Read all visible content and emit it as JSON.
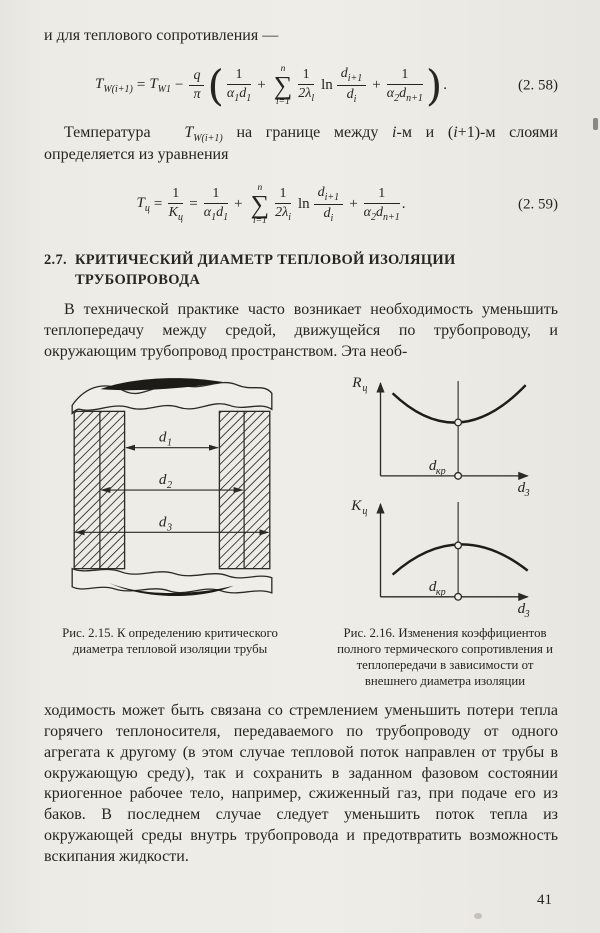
{
  "page": {
    "number": "41"
  },
  "intro": "и для теплового сопротивления —",
  "eq258": {
    "lhs": "T",
    "lhs_sub": "W(i+1)",
    "eq": "=",
    "t2": "T",
    "t2_sub": "W1",
    "minus": "−",
    "fq_num": "q",
    "fq_den": "π",
    "lparen": "(",
    "f1_num": "1",
    "f1_den_a": "α",
    "f1_den_a_sub": "1",
    "f1_den_b": "d",
    "f1_den_b_sub": "1",
    "plus1": "+",
    "sum_top": "n",
    "sum_sigma": "∑",
    "sum_bot": "i=1",
    "f2_num": "1",
    "f2_den": "2λ",
    "f2_den_sub": "l",
    "ln": "ln",
    "f3_num": "d",
    "f3_num_sub": "i+1",
    "f3_den": "d",
    "f3_den_sub": "i",
    "plus2": "+",
    "f4_num": "1",
    "f4_den_a": "α",
    "f4_den_a_sub": "2",
    "f4_den_b": "d",
    "f4_den_b_sub": "n+1",
    "rparen": ")",
    "dot": ".",
    "label": "(2. 58)"
  },
  "para1": {
    "p1": "Температура ",
    "t": "T",
    "t_sub": "W(i+1)",
    "p2": " на границе между ",
    "i1": "i",
    "p3": "-м и (",
    "i2": "i",
    "p4": "+1)-м слоями определяется из уравнения"
  },
  "eq259": {
    "lhs": "T",
    "lhs_sub": "ц",
    "eq1": "=",
    "fk_num": "1",
    "fk_den": "K",
    "fk_den_sub": "ц",
    "eq2": "=",
    "f1_num": "1",
    "f1_den_a": "α",
    "f1_den_a_sub": "1",
    "f1_den_b": "d",
    "f1_den_b_sub": "1",
    "plus1": "+",
    "sum_top": "n",
    "sum_sigma": "∑",
    "sum_bot": "l=1",
    "f2_num": "1",
    "f2_den": "2λ",
    "f2_den_sub": "i",
    "ln": "ln",
    "f3_num": "d",
    "f3_num_sub": "i+1",
    "f3_den": "d",
    "f3_den_sub": "i",
    "plus2": "+",
    "f4_num": "1",
    "f4_den_a": "α",
    "f4_den_a_sub": "2",
    "f4_den_b": "d",
    "f4_den_b_sub": "n+1",
    "dot": ".",
    "label": "(2. 59)"
  },
  "section": {
    "number": "2.7.",
    "title": "КРИТИЧЕСКИЙ ДИАМЕТР ТЕПЛОВОЙ ИЗОЛЯЦИИ ТРУБОПРОВОДА"
  },
  "para2": "В технической практике часто возникает необходимость уменьшить теплопередачу между средой, движущейся по трубопроводу, и окружающим трубопровод пространством. Эта необ-",
  "fig215": {
    "d": "d",
    "s1": "1",
    "s2": "2",
    "s3": "3"
  },
  "fig216": {
    "R": "R",
    "K": "K",
    "sub_c": "ц",
    "d": "d",
    "sub_kr": "кр",
    "sub_3": "3"
  },
  "cap215": "Рис. 2.15. К определению критического диаметра тепловой изоляции трубы",
  "cap216": "Рис. 2.16. Изменения коэффициентов полного термического сопротивления и теплопередачи в зависимости от внешнего диаметра изоляции",
  "para3": "ходимость может быть связана со стремлением уменьшить потери тепла горячего теплоносителя, передаваемого по трубопроводу от одного агрегата к другому (в этом случае тепловой поток направлен от трубы в окружающую среду), так и сохранить в заданном фазовом состоянии криогенное рабочее тело, например, сжиженный газ, при подаче его из баков. В последнем случае следует уменьшить поток тепла из окружающей среды внутрь трубопровода и предотвратить возможность вскипания жидкости."
}
